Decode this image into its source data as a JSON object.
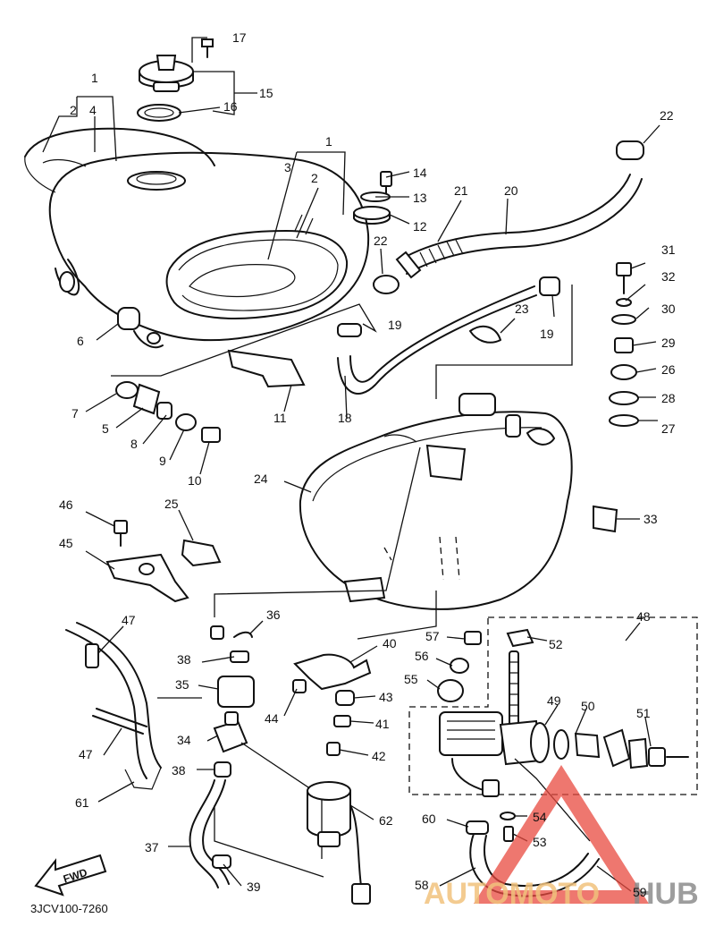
{
  "drawing_code": "3JCV100-7260",
  "front_arrow_label": "FWD",
  "watermark": {
    "brand_part1": "AUTOMOTO",
    "brand_part2": "HUB",
    "color_primary": "#f1c27d",
    "color_secondary": "#8c8c8c",
    "logo_color": "#e8493f"
  },
  "callouts": [
    {
      "id": "c17",
      "text": "17"
    },
    {
      "id": "c15",
      "text": "15"
    },
    {
      "id": "c16",
      "text": "16"
    },
    {
      "id": "c1a",
      "text": "1"
    },
    {
      "id": "c2a",
      "text": "2"
    },
    {
      "id": "c4",
      "text": "4"
    },
    {
      "id": "c1b",
      "text": "1"
    },
    {
      "id": "c3",
      "text": "3"
    },
    {
      "id": "c2b",
      "text": "2"
    },
    {
      "id": "c14",
      "text": "14"
    },
    {
      "id": "c13",
      "text": "13"
    },
    {
      "id": "c12",
      "text": "12"
    },
    {
      "id": "c21",
      "text": "21"
    },
    {
      "id": "c20",
      "text": "20"
    },
    {
      "id": "c22a",
      "text": "22"
    },
    {
      "id": "c22b",
      "text": "22"
    },
    {
      "id": "c31",
      "text": "31"
    },
    {
      "id": "c32",
      "text": "32"
    },
    {
      "id": "c30",
      "text": "30"
    },
    {
      "id": "c29",
      "text": "29"
    },
    {
      "id": "c26",
      "text": "26"
    },
    {
      "id": "c28",
      "text": "28"
    },
    {
      "id": "c27",
      "text": "27"
    },
    {
      "id": "c23",
      "text": "23"
    },
    {
      "id": "c19a",
      "text": "19"
    },
    {
      "id": "c19b",
      "text": "19"
    },
    {
      "id": "c6",
      "text": "6"
    },
    {
      "id": "c7",
      "text": "7"
    },
    {
      "id": "c5",
      "text": "5"
    },
    {
      "id": "c8",
      "text": "8"
    },
    {
      "id": "c9",
      "text": "9"
    },
    {
      "id": "c10",
      "text": "10"
    },
    {
      "id": "c11",
      "text": "11"
    },
    {
      "id": "c18",
      "text": "18"
    },
    {
      "id": "c24",
      "text": "24"
    },
    {
      "id": "c33",
      "text": "33"
    },
    {
      "id": "c46",
      "text": "46"
    },
    {
      "id": "c25",
      "text": "25"
    },
    {
      "id": "c45",
      "text": "45"
    },
    {
      "id": "c47a",
      "text": "47"
    },
    {
      "id": "c36",
      "text": "36"
    },
    {
      "id": "c38a",
      "text": "38"
    },
    {
      "id": "c35",
      "text": "35"
    },
    {
      "id": "c40",
      "text": "40"
    },
    {
      "id": "c57",
      "text": "57"
    },
    {
      "id": "c56",
      "text": "56"
    },
    {
      "id": "c55",
      "text": "55"
    },
    {
      "id": "c52",
      "text": "52"
    },
    {
      "id": "c48",
      "text": "48"
    },
    {
      "id": "c43",
      "text": "43"
    },
    {
      "id": "c44",
      "text": "44"
    },
    {
      "id": "c41",
      "text": "41"
    },
    {
      "id": "c42",
      "text": "42"
    },
    {
      "id": "c49",
      "text": "49"
    },
    {
      "id": "c50",
      "text": "50"
    },
    {
      "id": "c51",
      "text": "51"
    },
    {
      "id": "c47b",
      "text": "47"
    },
    {
      "id": "c34",
      "text": "34"
    },
    {
      "id": "c38b",
      "text": "38"
    },
    {
      "id": "c61",
      "text": "61"
    },
    {
      "id": "c62",
      "text": "62"
    },
    {
      "id": "c60",
      "text": "60"
    },
    {
      "id": "c54",
      "text": "54"
    },
    {
      "id": "c53",
      "text": "53"
    },
    {
      "id": "c37",
      "text": "37"
    },
    {
      "id": "c39",
      "text": "39"
    },
    {
      "id": "c58",
      "text": "58"
    },
    {
      "id": "c59",
      "text": "59"
    }
  ]
}
